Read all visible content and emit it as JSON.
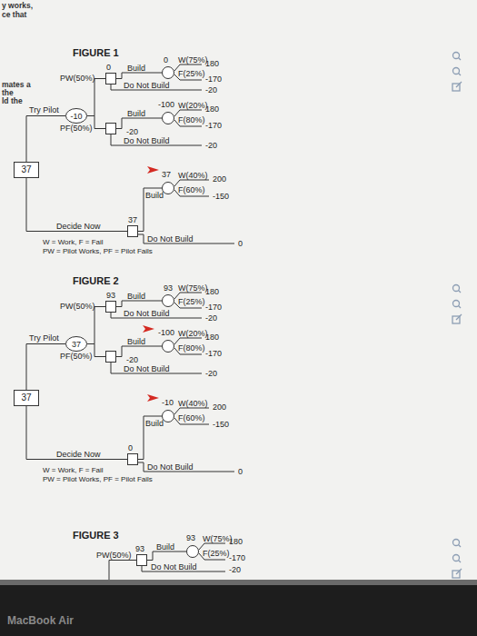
{
  "diagram": {
    "nodes": [
      {
        "text": [
          "37"
        ]
      },
      {
        "text": [
          "-10"
        ]
      },
      {
        "text": [
          "0"
        ]
      },
      {
        "text": [
          "0"
        ]
      },
      {
        "text": [
          "-20"
        ]
      },
      {
        "text": [
          "-100"
        ]
      },
      {
        "text": [
          "37"
        ]
      },
      {
        "text": [
          "37"
        ]
      },
      {
        "text": [
          "37"
        ]
      },
      {
        "text": [
          "37"
        ]
      },
      {
        "text": [
          "93"
        ]
      },
      {
        "text": [
          "93"
        ]
      },
      {
        "text": [
          "-20"
        ]
      },
      {
        "text": [
          "-100"
        ]
      },
      {
        "text": [
          "0"
        ]
      },
      {
        "text": [
          "-10"
        ]
      },
      {
        "text": [
          "93"
        ]
      },
      {
        "text": [
          "93"
        ]
      }
    ],
    "edges": [
      {
        "from": 0,
        "to": 1,
        "label": "Try Pilot",
        "arrow": "none"
      },
      {
        "from": 1,
        "to": 2,
        "label": "PW(50%)",
        "arrow": "none"
      },
      {
        "from": 2,
        "to": 3,
        "label": "Build",
        "arrow": "none"
      },
      {
        "from": 1,
        "to": 4,
        "label": "PF(50%)",
        "arrow": "none"
      },
      {
        "from": 4,
        "to": 5,
        "label": "Build",
        "arrow": "none"
      },
      {
        "from": 0,
        "to": 6,
        "label": "Decide Now",
        "arrow": "none"
      },
      {
        "from": 6,
        "to": 7,
        "label": "Build",
        "arrow": "none"
      },
      {
        "from": 8,
        "to": 9,
        "label": "Try Pilot",
        "arrow": "none"
      },
      {
        "from": 9,
        "to": 10,
        "label": "PW(50%)",
        "arrow": "none"
      },
      {
        "from": 10,
        "to": 11,
        "label": "Build",
        "arrow": "none"
      },
      {
        "from": 9,
        "to": 12,
        "label": "PF(50%)",
        "arrow": "none"
      },
      {
        "from": 12,
        "to": 13,
        "label": "Build",
        "arrow": "none"
      },
      {
        "from": 8,
        "to": 14,
        "label": "Decide Now",
        "arrow": "none"
      },
      {
        "from": 14,
        "to": 15,
        "label": "Build",
        "arrow": "none"
      },
      {
        "from": 16,
        "to": 17,
        "label": "Build",
        "arrow": "none"
      }
    ],
    "labels": [
      "y works,",
      "ce that",
      "mates a",
      "the",
      "ld the",
      "FIGURE 1",
      "W(75%)",
      "180",
      "F(25%)",
      "-170",
      "Do Not Build",
      "-20",
      "W(20%)",
      "180",
      "F(80%)",
      "-170",
      "Do Not Build",
      "-20",
      "W(40%)",
      "200",
      "F(60%)",
      "-150",
      "Do Not Build",
      "0",
      "W = Work, F = Fail",
      "PW = Pilot Works, PF = Pilot Fails",
      "FIGURE 2",
      "W(75%)",
      "180",
      "F(25%)",
      "-170",
      "Do Not Build",
      "-20",
      "W(20%)",
      "180",
      "F(80%)",
      "-170",
      "Do Not Build",
      "-20",
      "W(40%)",
      "200",
      "F(60%)",
      "-150",
      "Do Not Build",
      "0",
      "W = Work, F = Fail",
      "PW = Pilot Works, PF = Pilot Fails",
      "FIGURE 3",
      "PW(50%)",
      "W(75%)",
      "180",
      "F(25%)",
      "-170",
      "Do Not Build",
      "-20",
      "MacBook Air"
    ]
  }
}
